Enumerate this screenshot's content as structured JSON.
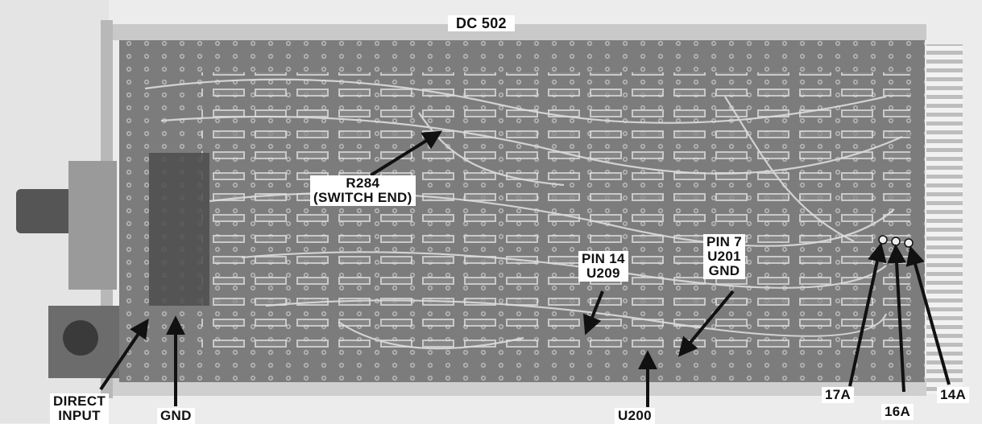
{
  "labels": {
    "title": "DC 502",
    "r284": "R284\n(SWITCH END)",
    "pin14": "PIN 14\nU209",
    "pin7": "PIN 7\nU201\nGND",
    "direct_input": "DIRECT\nINPUT",
    "gnd": "GND",
    "u200": "U200",
    "a17": "17A",
    "a16": "16A",
    "a14": "14A"
  },
  "colors": {
    "board": "#7c7c7c",
    "trace": "#dcdcdc",
    "background": "#ececec",
    "arrow": "#111111"
  }
}
